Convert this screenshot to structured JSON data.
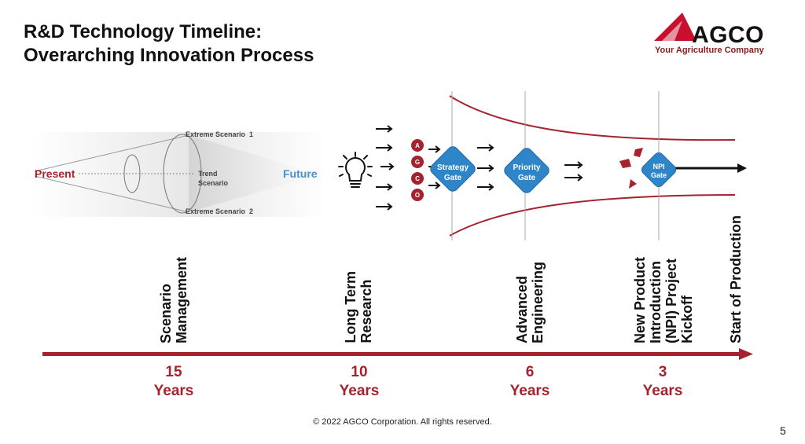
{
  "title": {
    "line1": "R&D Technology Timeline:",
    "line2": "Overarching Innovation Process"
  },
  "logo": {
    "name": "AGCO",
    "tagline": "Your Agriculture Company"
  },
  "scenario": {
    "present": "Present",
    "future": "Future",
    "extreme1": "Extreme Scenario  1",
    "extreme2": "Extreme Scenario  2",
    "trend_line1": "Trend",
    "trend_line2": "Scenario"
  },
  "agco_circles": [
    "A",
    "G",
    "C",
    "O"
  ],
  "gates": {
    "strategy": [
      "Strategy",
      "Gate"
    ],
    "priority": [
      "Priority",
      "Gate"
    ],
    "npi": [
      "NPI",
      "Gate"
    ]
  },
  "milestones": [
    {
      "lines": [
        "Scenario",
        "Management"
      ],
      "years": [
        "15",
        "Years"
      ]
    },
    {
      "lines": [
        "Long Term",
        "Research"
      ],
      "years": [
        "10",
        "Years"
      ]
    },
    {
      "lines": [
        "Advanced",
        "Engineering"
      ],
      "years": [
        "6",
        "Years"
      ]
    },
    {
      "lines": [
        "New Product",
        "Introduction",
        "(NPI) Project",
        "Kickoff"
      ],
      "years": [
        "3",
        "Years"
      ]
    },
    {
      "lines": [
        "Start of Production"
      ]
    }
  ],
  "footer": "© 2022 AGCO Corporation. All rights reserved.",
  "page_number": "5",
  "colors": {
    "accent": "#a4232e",
    "gate": "#2e86c9",
    "future": "#4a90c8"
  }
}
